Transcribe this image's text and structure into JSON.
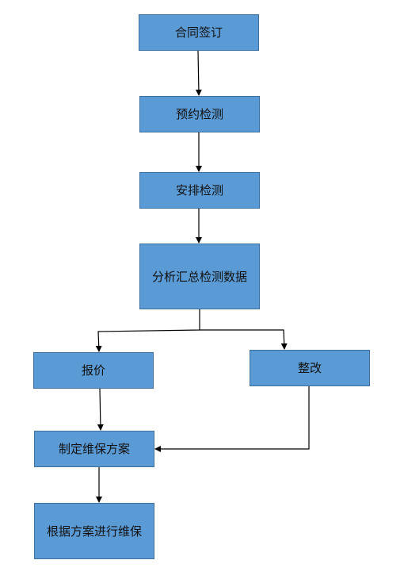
{
  "diagram": {
    "nodes": [
      {
        "id": "sign",
        "label": "合同签订"
      },
      {
        "id": "book",
        "label": "预约检测"
      },
      {
        "id": "arrange",
        "label": "安排检测"
      },
      {
        "id": "analyze",
        "label": "分析汇总检测数据"
      },
      {
        "id": "quote",
        "label": "报价"
      },
      {
        "id": "rectify",
        "label": "整改"
      },
      {
        "id": "plan",
        "label": "制定维保方案"
      },
      {
        "id": "execute",
        "label": "根据方案进行维保"
      }
    ],
    "edges": [
      {
        "from": "sign",
        "to": "book"
      },
      {
        "from": "book",
        "to": "arrange"
      },
      {
        "from": "arrange",
        "to": "analyze"
      },
      {
        "from": "analyze",
        "to": "quote"
      },
      {
        "from": "analyze",
        "to": "rectify"
      },
      {
        "from": "quote",
        "to": "plan"
      },
      {
        "from": "rectify",
        "to": "plan"
      },
      {
        "from": "plan",
        "to": "execute"
      }
    ],
    "colors": {
      "node_fill": "#5b9bd5",
      "node_border": "#3f6f9f",
      "line": "#000000"
    }
  }
}
